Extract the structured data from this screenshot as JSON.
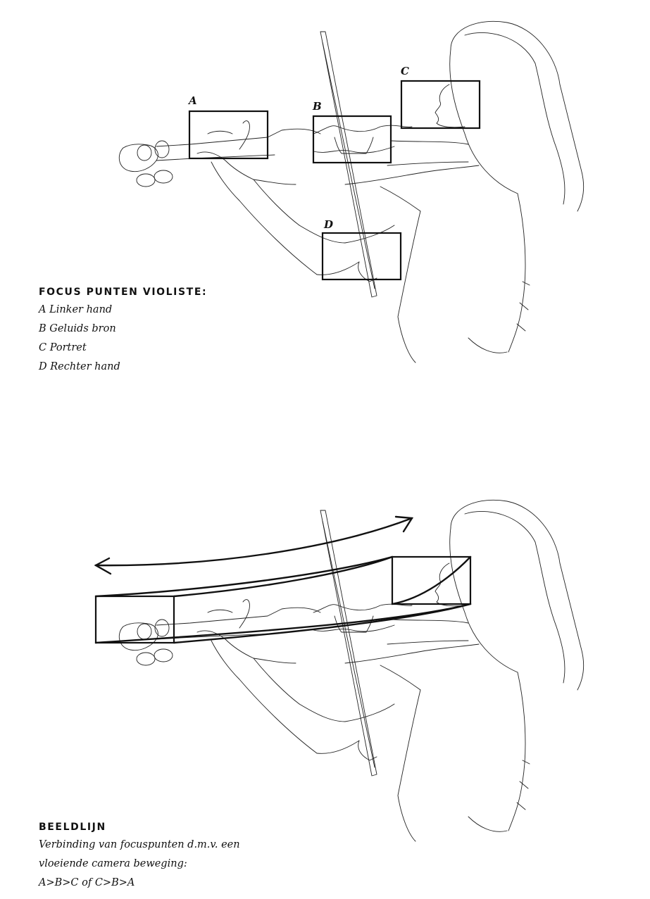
{
  "top": {
    "box_labels": {
      "a": "A",
      "b": "B",
      "c": "C",
      "d": "D"
    },
    "heading": "FOCUS PUNTEN VIOLISTE:",
    "items": [
      "A Linker hand",
      "B Geluids bron",
      "C Portret",
      "D Rechter hand"
    ]
  },
  "bottom": {
    "heading": "BEELDLIJN",
    "lines": [
      "Verbinding van focuspunten d.m.v. een",
      "vloeiende camera beweging:",
      "A>B>C of C>B>A"
    ]
  }
}
